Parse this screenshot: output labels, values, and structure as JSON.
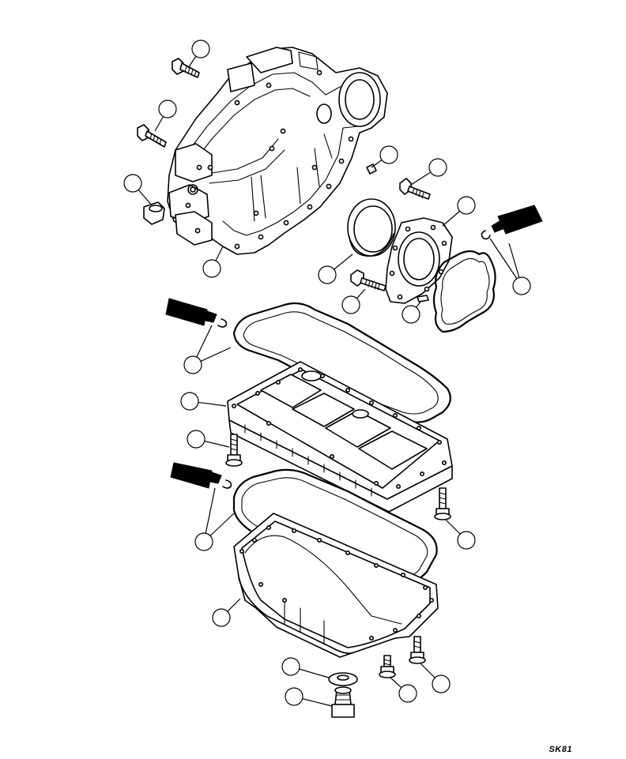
{
  "drawing": {
    "sheet_code": "SK81"
  },
  "callouts": [
    {
      "id": "flywheel-housing-bolt-upper"
    },
    {
      "id": "flywheel-housing-bolt-left"
    },
    {
      "id": "housing-plug"
    },
    {
      "id": "flywheel-housing"
    },
    {
      "id": "dowel-pin"
    },
    {
      "id": "seal-retainer-bolt"
    },
    {
      "id": "rear-seal-retainer"
    },
    {
      "id": "sealant-tube-right"
    },
    {
      "id": "rear-crank-seal"
    },
    {
      "id": "retainer-bolt-lower"
    },
    {
      "id": "retainer-dowel"
    },
    {
      "id": "sealant-tube-upper"
    },
    {
      "id": "oil-pan-adapter"
    },
    {
      "id": "adapter-bolt"
    },
    {
      "id": "sealant-tube-lower"
    },
    {
      "id": "oil-pan-bolt-right"
    },
    {
      "id": "oil-pan"
    },
    {
      "id": "drain-plug-washer"
    },
    {
      "id": "drain-plug"
    },
    {
      "id": "oil-pan-bolt-short"
    },
    {
      "id": "oil-pan-bolt-long"
    }
  ]
}
